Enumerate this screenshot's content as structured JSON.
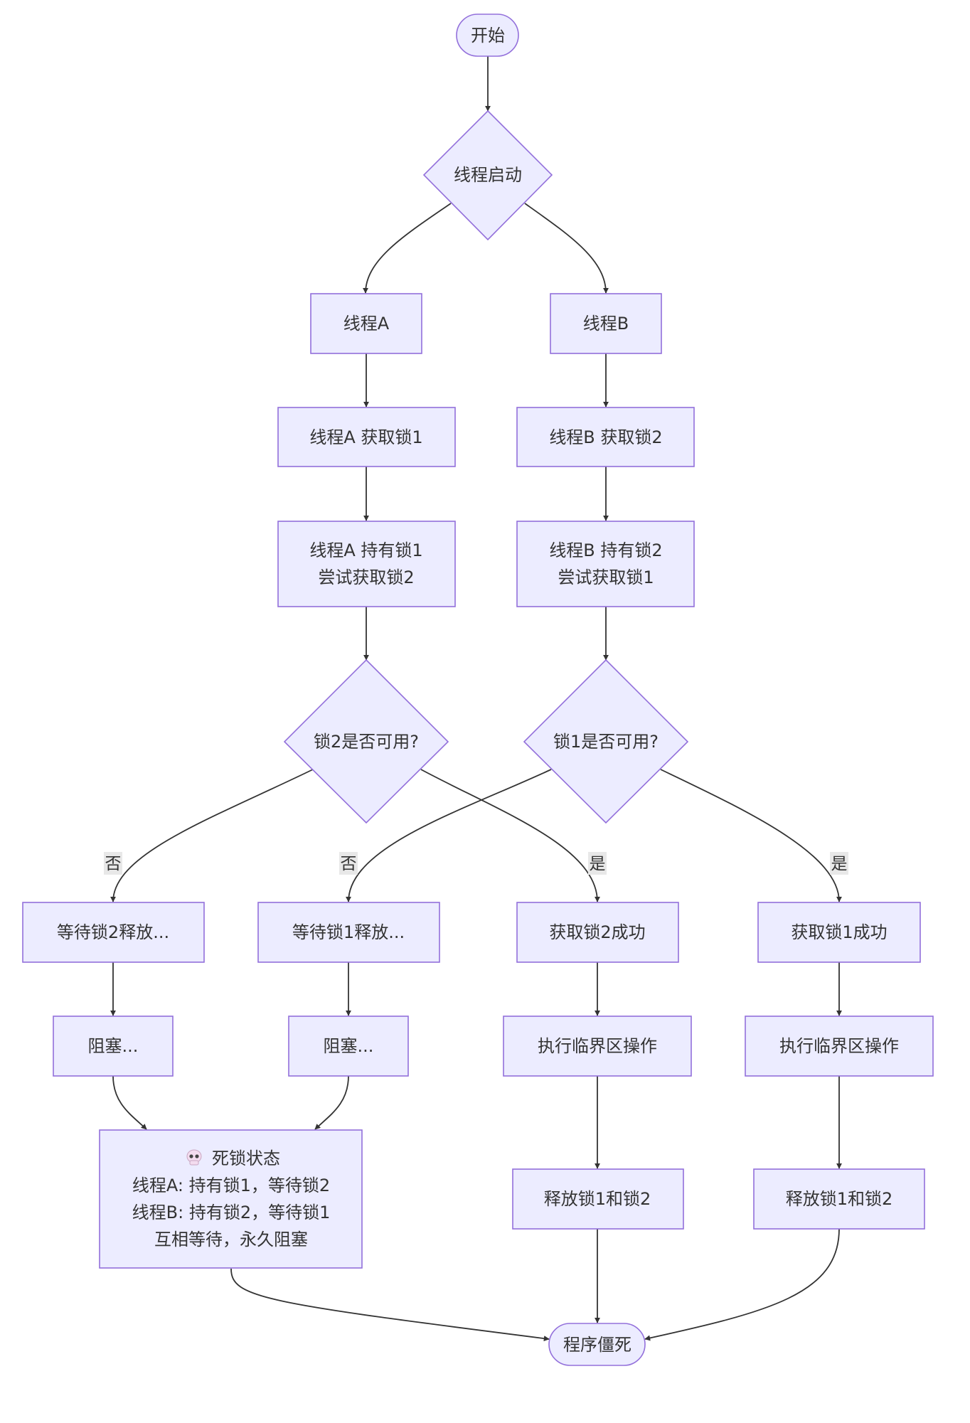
{
  "colors": {
    "node_fill": "#ECECFF",
    "node_border": "#9370DB",
    "text": "#333333",
    "edge": "#333333",
    "edge_label_bg": "#e8e8e8"
  },
  "nodes": {
    "start": "开始",
    "thread_start": "线程启动",
    "thread_a": "线程A",
    "thread_b": "线程B",
    "a_get_lock1": "线程A 获取锁1",
    "b_get_lock2": "线程B 获取锁2",
    "a_hold": {
      "line1": "线程A 持有锁1",
      "line2": "尝试获取锁2"
    },
    "b_hold": {
      "line1": "线程B 持有锁2",
      "line2": "尝试获取锁1"
    },
    "lock2_available": "锁2是否可用?",
    "lock1_available": "锁1是否可用?",
    "wait_lock2": "等待锁2释放...",
    "wait_lock1": "等待锁1释放...",
    "got_lock2": "获取锁2成功",
    "got_lock1": "获取锁1成功",
    "blocked_a": "阻塞...",
    "blocked_b": "阻塞...",
    "critical_a": "执行临界区操作",
    "critical_b": "执行临界区操作",
    "release_a": "释放锁1和锁2",
    "release_b": "释放锁1和锁2",
    "deadlock": {
      "icon": "skull-icon",
      "title": "死锁状态",
      "line1": "线程A: 持有锁1，等待锁2",
      "line2": "线程B: 持有锁2，等待锁1",
      "line3": "互相等待，永久阻塞"
    },
    "program_hang": "程序僵死"
  },
  "edge_labels": {
    "lock2_no": "否",
    "lock2_yes": "是",
    "lock1_no": "否",
    "lock1_yes": "是"
  }
}
